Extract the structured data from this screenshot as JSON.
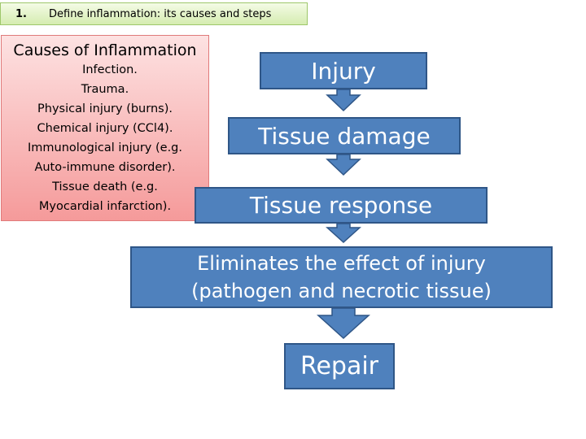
{
  "header": {
    "number": "1.",
    "title": "Define inflammation: its causes and steps"
  },
  "causes": {
    "heading": "Causes of Inflammation",
    "items": [
      "Infection.",
      "Trauma.",
      "Physical injury (burns).",
      "Chemical injury (CCl4).",
      "Immunological injury (e.g.",
      "Auto-immune disorder).",
      "Tissue death (e.g.",
      "Myocardial infarction)."
    ]
  },
  "flow": {
    "injury": "Injury",
    "tissue_damage": "Tissue damage",
    "tissue_response": "Tissue response",
    "eliminates_line1": "Eliminates the effect of injury",
    "eliminates_line2": "(pathogen and necrotic tissue)",
    "repair": "Repair"
  },
  "colors": {
    "box_fill": "#4f81bd",
    "box_border": "#2f5687",
    "causes_top": "#fde2e2",
    "causes_bottom": "#f59a9a",
    "header_fill": "#d5ecb0"
  }
}
